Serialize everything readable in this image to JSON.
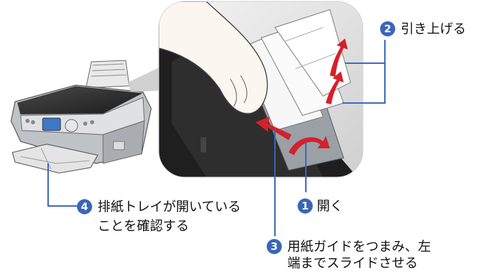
{
  "steps": [
    {
      "number": "2",
      "text": "引き上げる"
    },
    {
      "number": "1",
      "text": "開く"
    },
    {
      "number": "4",
      "line1": "排紙トレイが開いている",
      "line2": "ことを確認する"
    },
    {
      "number": "3",
      "line1": "用紙ガイドをつまみ、左",
      "line2": "端までスライドさせる"
    }
  ],
  "colors": {
    "accent": "#3a66b8",
    "callout_line": "#3a66b8",
    "arrow_red": "#d6202a",
    "printer_body": "#2b2b2b",
    "tray": "#d8d8d8"
  }
}
